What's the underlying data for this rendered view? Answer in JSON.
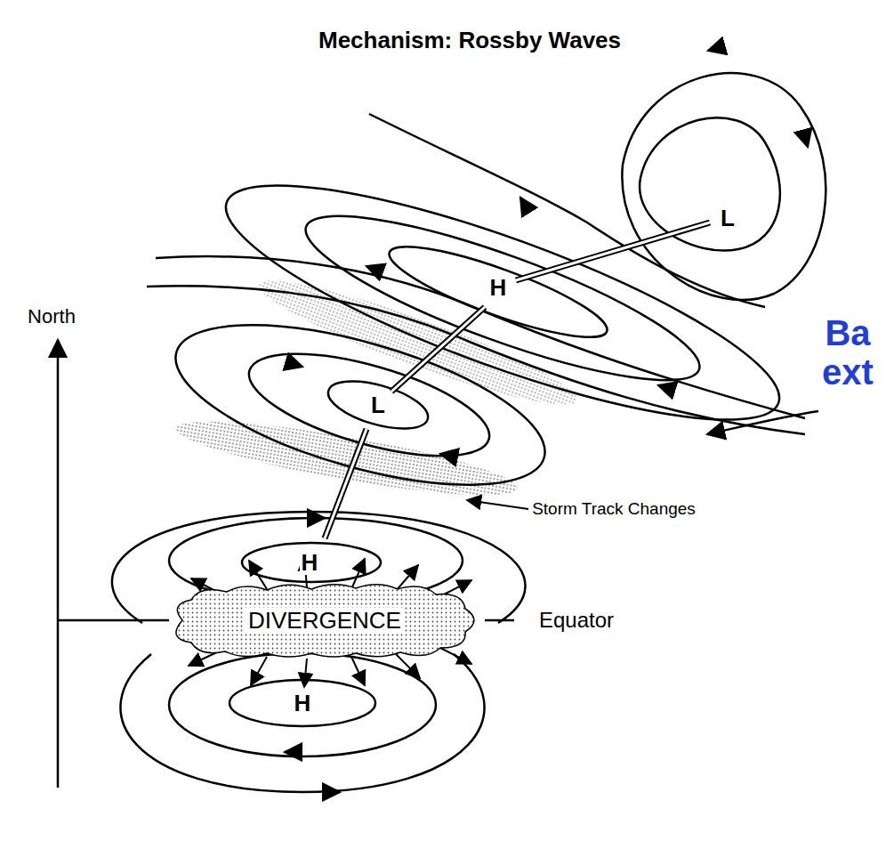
{
  "diagram": {
    "title": "Mechanism: Rossby Waves",
    "nodes": [
      {
        "text": [
          "DIVERGENCE"
        ]
      }
    ],
    "labels": [
      "L",
      "H",
      "North",
      "Ba",
      "L",
      "ext",
      "Storm Track Changes",
      "H",
      "Equator",
      "H"
    ]
  }
}
